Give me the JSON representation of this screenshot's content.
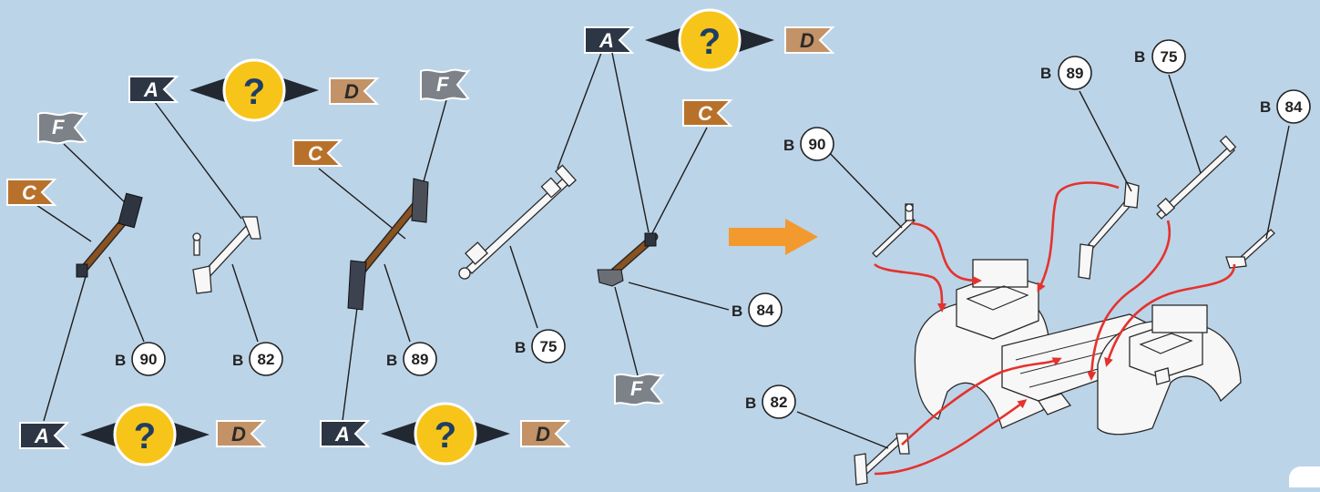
{
  "colors": {
    "background": "#bcd4e8",
    "flag_A": "#2d3644",
    "flag_C": "#b8712a",
    "flag_D": "#c39266",
    "flag_F": "#7d8288",
    "question_circle": "#f7c41a",
    "arrow_red": "#e5322d",
    "arrow_orange": "#f29a2e",
    "axle_brown": "#8a5220"
  },
  "flags": {
    "A": "A",
    "C": "C",
    "D": "D",
    "F": "F"
  },
  "question": "?",
  "prefix": "B",
  "parts": {
    "p90": "90",
    "p82": "82",
    "p89": "89",
    "p75": "75",
    "p84": "84"
  },
  "icons": [
    "question-icon",
    "arrow-right-icon",
    "chassis-assembly-icon"
  ]
}
